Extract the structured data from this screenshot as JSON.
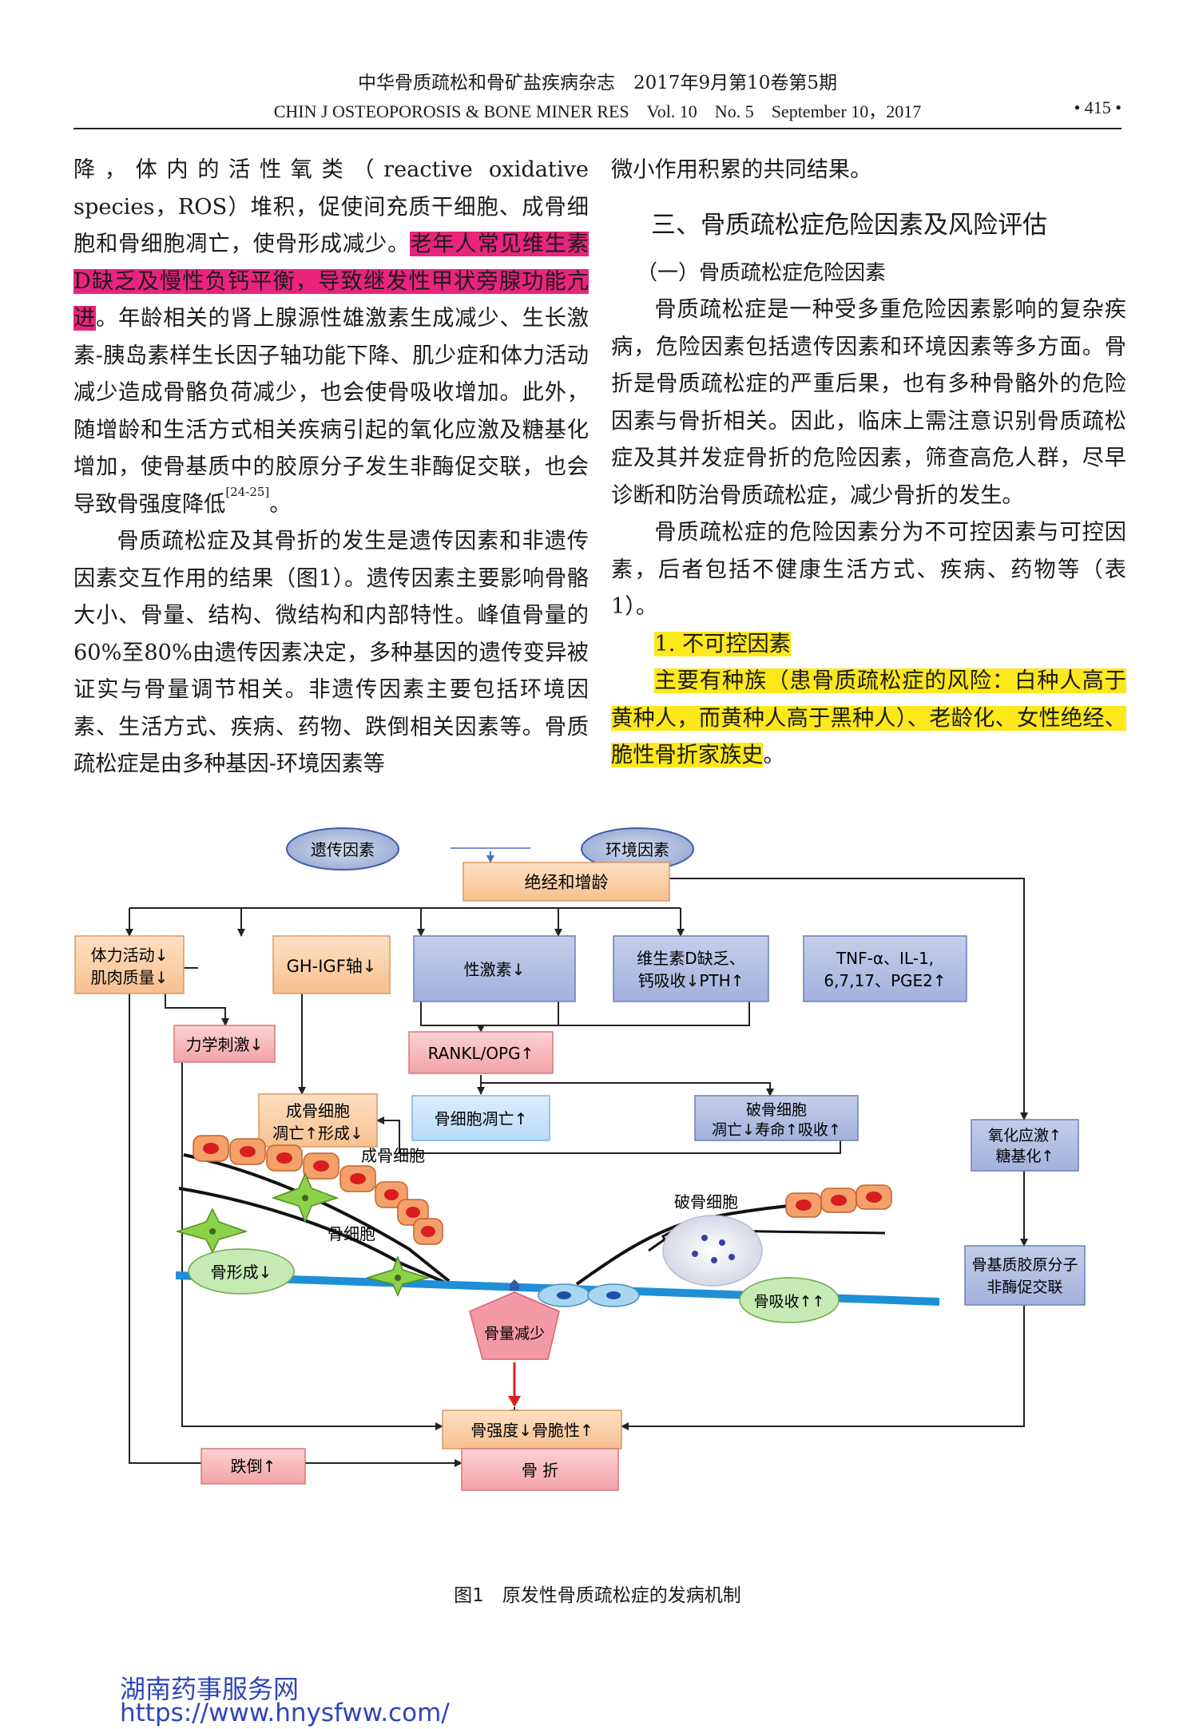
{
  "header": {
    "line1": "中华骨质疏松和骨矿盐疾病杂志　2017年9月第10卷第5期",
    "line2": "CHIN J OSTEOPOROSIS & BONE MINER RES　Vol. 10　No. 5　September 10，2017",
    "page": "• 415 •"
  },
  "left_column": {
    "p1_a": "降，体内的活性氧类（reactive oxidative species，ROS）堆积，促使间充质干细胞、成骨细胞和骨细胞凋亡，使骨形成减少。",
    "p1_hl": "老年人常见维生素D缺乏及慢性负钙平衡，导致继发性甲状旁腺功能亢进",
    "p1_b": "。年龄相关的肾上腺源性雄激素生成减少、生长激素-胰岛素样生长因子轴功能下降、肌少症和体力活动减少造成骨骼负荷减少，也会使骨吸收增加。此外，随增龄和生活方式相关疾病引起的氧化应激及糖基化增加，使骨基质中的胶原分子发生非酶促交联，也会导致骨强度降低",
    "p1_ref": "[24-25]",
    "p1_end": "。",
    "p2": "骨质疏松症及其骨折的发生是遗传因素和非遗传因素交互作用的结果（图1）。遗传因素主要影响骨骼大小、骨量、结构、微结构和内部特性。峰值骨量的60%至80%由遗传因素决定，多种基因的遗传变异被证实与骨量调节相关。非遗传因素主要包括环境因素、生活方式、疾病、药物、跌倒相关因素等。骨质疏松症是由多种基因-环境因素等"
  },
  "right_column": {
    "p0": "微小作用积累的共同结果。",
    "section_title": "三、骨质疏松症危险因素及风险评估",
    "subsection_title": "（一）骨质疏松症危险因素",
    "p1": "骨质疏松症是一种受多重危险因素影响的复杂疾病，危险因素包括遗传因素和环境因素等多方面。骨折是骨质疏松症的严重后果，也有多种骨骼外的危险因素与骨折相关。因此，临床上需注意识别骨质疏松症及其并发症骨折的危险因素，筛查高危人群，尽早诊断和防治骨质疏松症，减少骨折的发生。",
    "p2": "骨质疏松症的危险因素分为不可控因素与可控因素，后者包括不健康生活方式、疾病、药物等（表1）。",
    "p3_hl": "1. 不可控因素",
    "p4_hl": "主要有种族（患骨质疏松症的风险：白种人高于黄种人，而黄种人高于黑种人）、老龄化、女性绝经、脆性骨折家族史",
    "p4_end": "。"
  },
  "figure": {
    "caption": "图1　原发性骨质疏松症的发病机制",
    "nodes": {
      "genetic": "遗传因素",
      "environment": "环境因素",
      "menopause": "绝经和增龄",
      "activity_1": "体力活动↓",
      "activity_2": "肌肉质量↓",
      "ghigf": "GH-IGF轴↓",
      "sex_hormone": "性激素↓",
      "vitd_1": "维生素D缺乏、",
      "vitd_2": "钙吸收↓PTH↑",
      "tnf_1": "TNF-α、IL-1,",
      "tnf_2": "6,7,17、PGE2↑",
      "mech": "力学刺激↓",
      "rankl": "RANKL/OPG↑",
      "osteoblast_1": "成骨细胞",
      "osteoblast_2": "凋亡↑形成↓",
      "osteocyte_apop": "骨细胞凋亡↑",
      "osteoclast_1": "破骨细胞",
      "osteoclast_2": "凋亡↓寿命↑吸收↑",
      "oxid_1": "氧化应激↑",
      "oxid_2": "糖基化↑",
      "collagen_1": "骨基质胶原分子",
      "collagen_2": "非酶促交联",
      "bone_strength": "骨强度↓骨脆性↑",
      "fall": "跌倒↑",
      "fracture": "骨 折"
    },
    "illustration": {
      "osteoblast_label": "成骨细胞",
      "osteocyte_label": "骨细胞",
      "osteoclast_label": "破骨细胞",
      "formation": "骨形成↓",
      "resorption": "骨吸收↑↑",
      "bone_loss": "骨量减少"
    }
  },
  "watermark": {
    "name": "湖南药事服务网",
    "url": "https://www.hnysfww.com/"
  }
}
